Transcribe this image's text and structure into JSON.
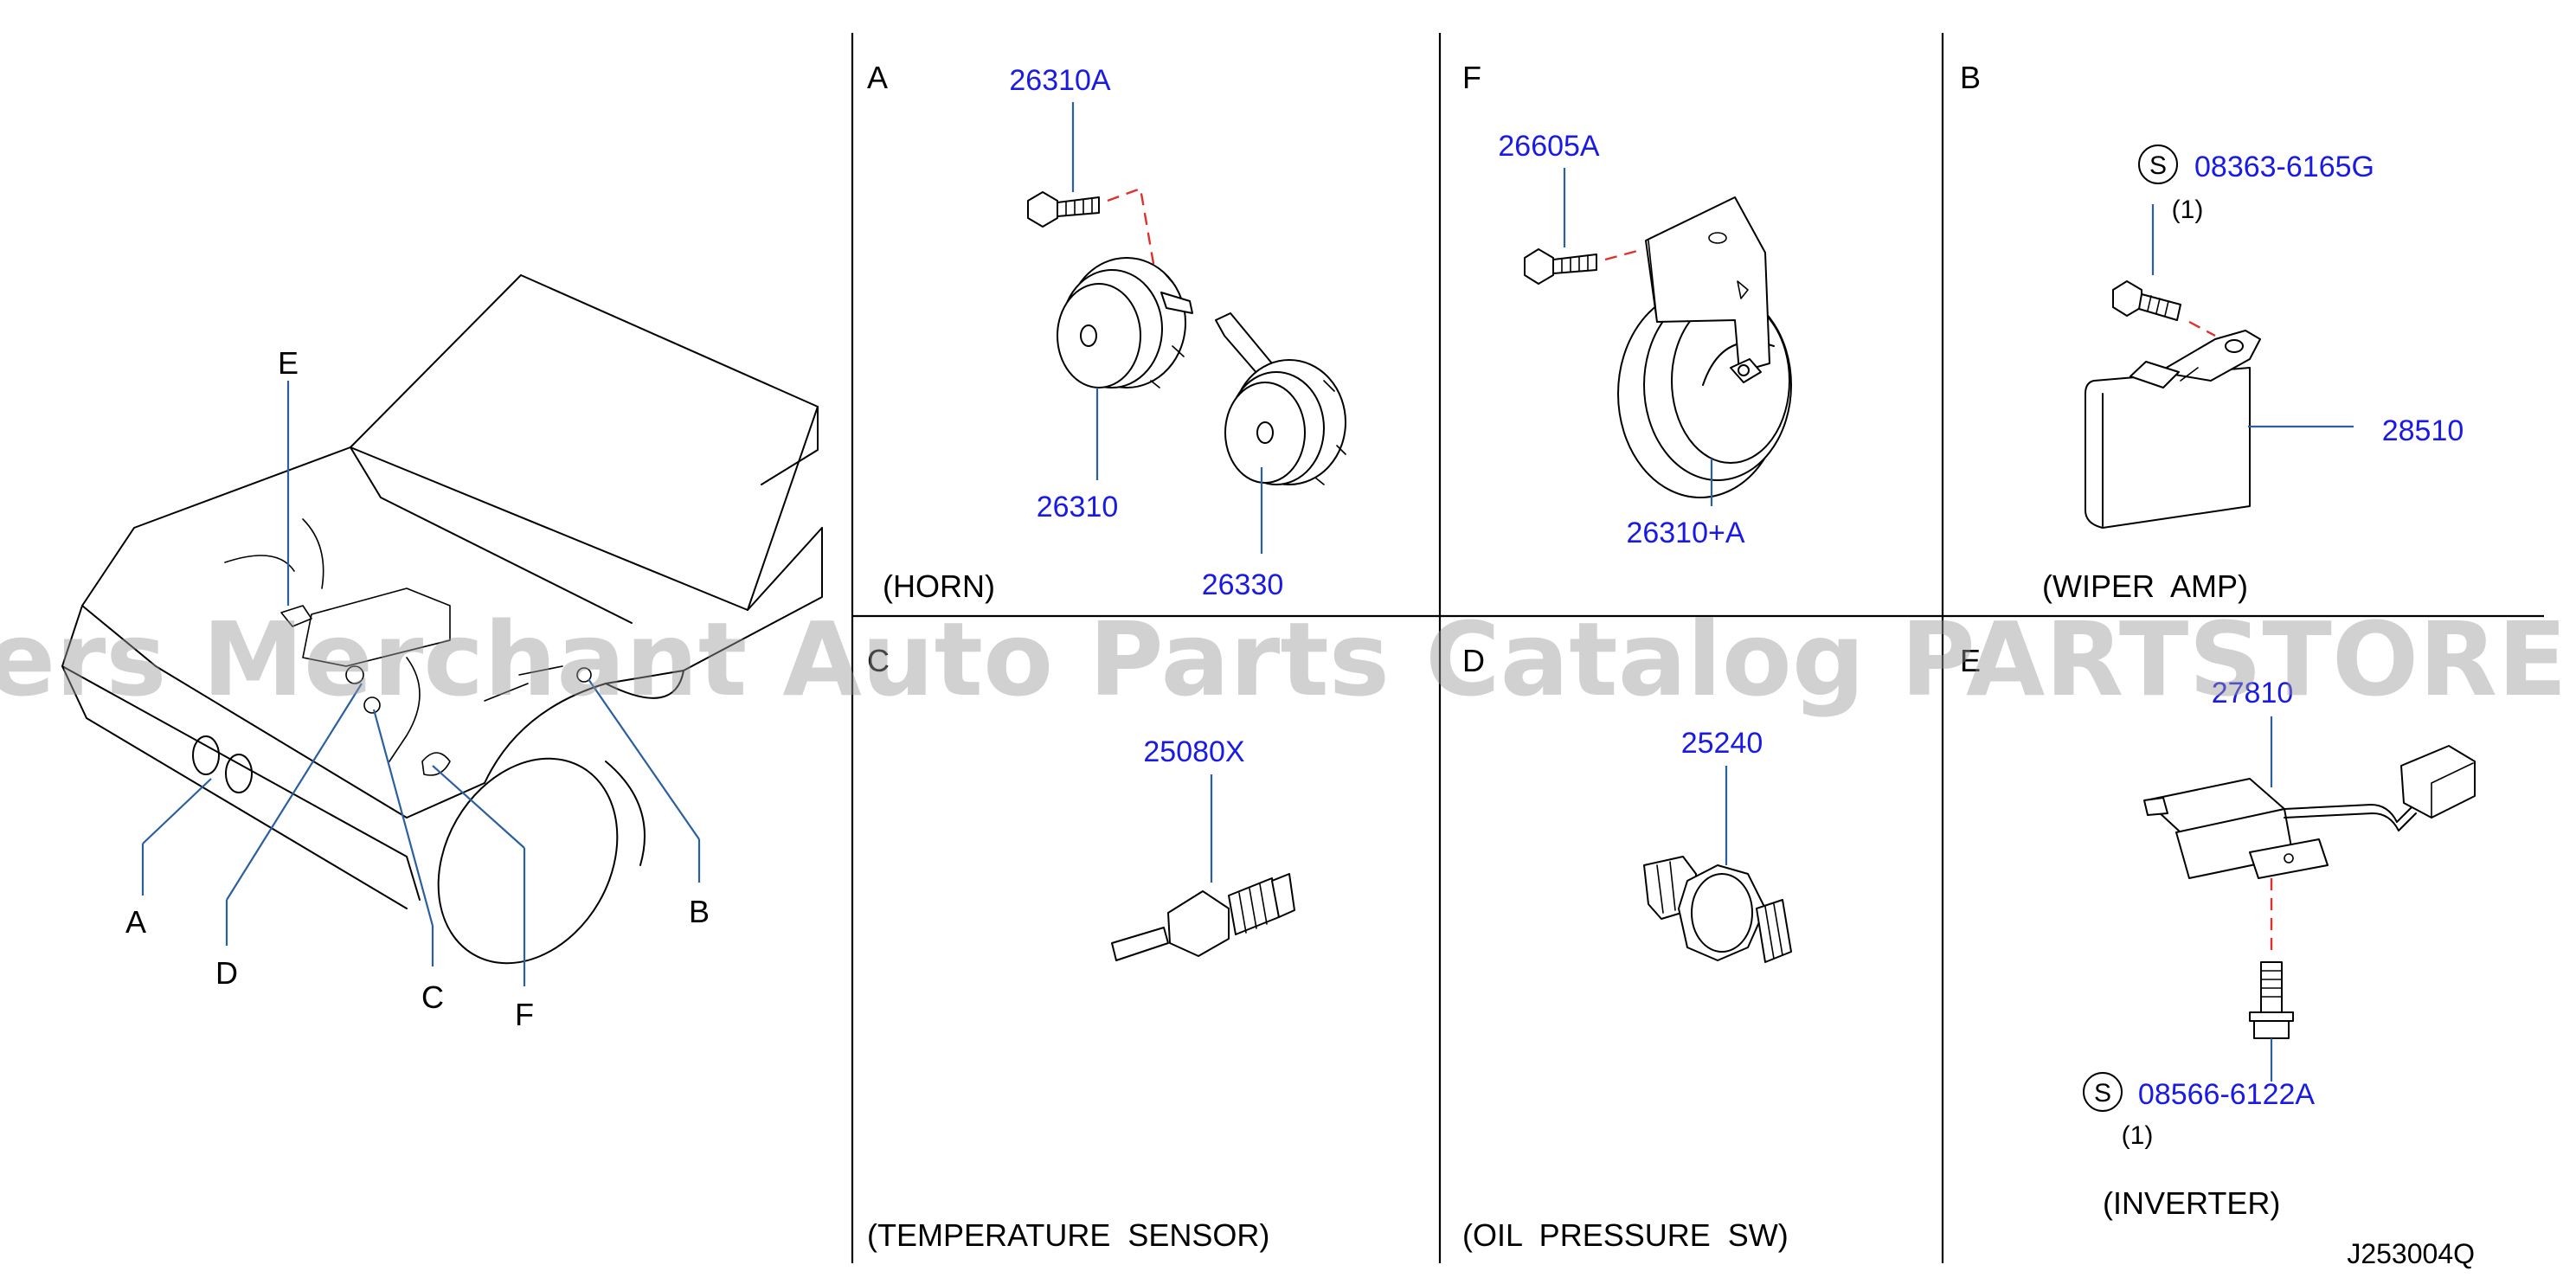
{
  "overview": {
    "callouts": {
      "a": "A",
      "b": "B",
      "c": "C",
      "d": "D",
      "e": "E",
      "f": "F"
    }
  },
  "panels": {
    "a": {
      "letter": "A",
      "caption": "(HORN)",
      "parts": {
        "bolt": "26310A",
        "horn_front": "26310",
        "horn_rear": "26330"
      }
    },
    "f": {
      "letter": "F",
      "caption": "",
      "parts": {
        "bolt": "26605A",
        "horn": "26310+A"
      }
    },
    "b": {
      "letter": "B",
      "caption": "(WIPER  AMP)",
      "parts": {
        "screw": "08363-6165G",
        "screw_qty": "(1)",
        "screw_prefix": "S",
        "amp": "28510"
      }
    },
    "c": {
      "letter": "C",
      "caption": "(TEMPERATURE  SENSOR)",
      "parts": {
        "sensor": "25080X"
      }
    },
    "d": {
      "letter": "D",
      "caption": "(OIL  PRESSURE  SW)",
      "parts": {
        "switch": "25240"
      }
    },
    "e": {
      "letter": "E",
      "caption": "(INVERTER)",
      "parts": {
        "inverter": "27810",
        "screw": "08566-6122A",
        "screw_qty": "(1)",
        "screw_prefix": "S"
      }
    }
  },
  "diagram_code": "J253004Q",
  "watermark": "Offers Merchant Auto Parts Catalog PARTSTORE.SA",
  "colors": {
    "part_number": "#1a1ae6",
    "leader": "#2a5fa0",
    "dash": "#e0302a",
    "watermark": "#9a9a9a"
  }
}
